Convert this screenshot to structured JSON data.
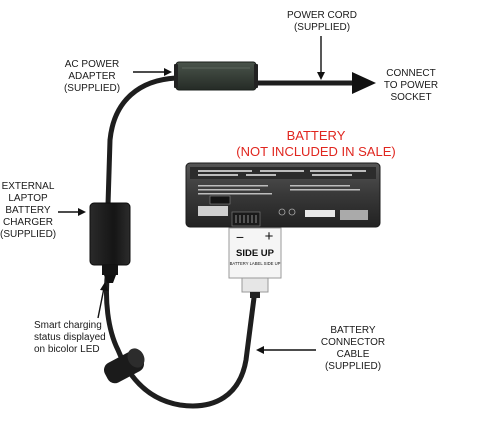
{
  "labels": {
    "power_cord": [
      "POWER CORD",
      "(SUPPLIED)"
    ],
    "ac_adapter": [
      "AC POWER",
      "ADAPTER",
      "(SUPPLIED)"
    ],
    "connect": [
      "CONNECT",
      "TO POWER",
      "SOCKET"
    ],
    "battery": [
      "BATTERY",
      "(NOT INCLUDED IN SALE)"
    ],
    "charger": [
      "EXTERNAL",
      "LAPTOP",
      "BATTERY",
      "CHARGER",
      "(SUPPLIED)"
    ],
    "led": [
      "Smart charging",
      "status displayed",
      "on bicolor LED"
    ],
    "cable": [
      "BATTERY",
      "CONNECTOR",
      "CABLE",
      "(SUPPLIED)"
    ]
  },
  "connector": {
    "minus": "−",
    "plus": "+",
    "side_up": "SIDE UP",
    "fine_print": "BATTERY LABEL SIDE UP"
  },
  "colors": {
    "label_text": "#1a1a1a",
    "accent_red": "#e0261f",
    "adapter_body": "#2f3830",
    "cable": "#1e1e1e",
    "battery_body": "#3a3a3a"
  }
}
